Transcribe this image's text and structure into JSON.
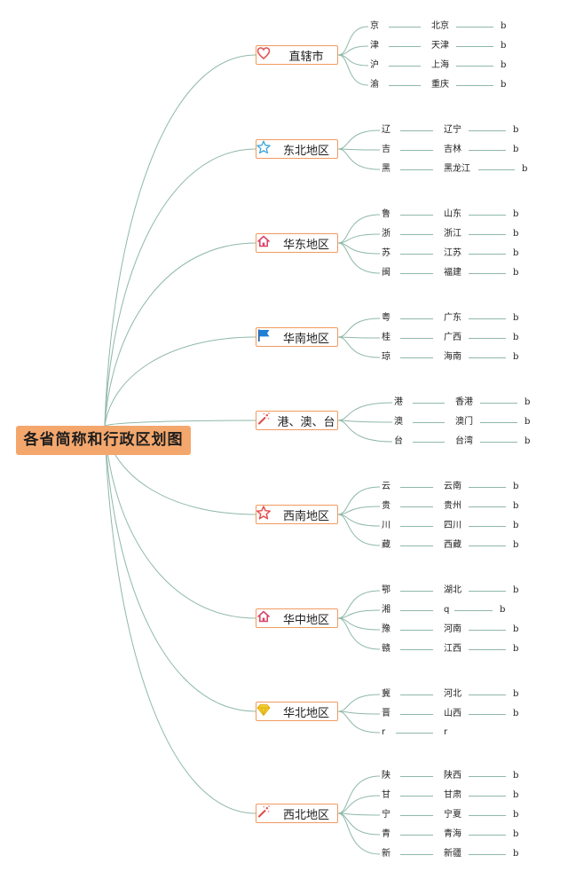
{
  "root": {
    "label": "各省简称和行政区划图"
  },
  "colors": {
    "root_fill": "#f4a76d",
    "region_border": "#f19a5f",
    "connector": "#8fb8a9"
  },
  "regions": [
    {
      "label": "直辖市",
      "icon": "heart-icon",
      "icon_color": "#e0534f",
      "items": [
        {
          "abbr": "京",
          "name": "北京",
          "suffix": "b"
        },
        {
          "abbr": "津",
          "name": "天津",
          "suffix": "b"
        },
        {
          "abbr": "沪",
          "name": "上海",
          "suffix": "b"
        },
        {
          "abbr": "渝",
          "name": "重庆",
          "suffix": "b"
        }
      ]
    },
    {
      "label": "东北地区",
      "icon": "star-outline-icon",
      "icon_color": "#3aa6d8",
      "items": [
        {
          "abbr": "辽",
          "name": "辽宁",
          "suffix": "b"
        },
        {
          "abbr": "吉",
          "name": "吉林",
          "suffix": "b"
        },
        {
          "abbr": "黑",
          "name": "黑龙江",
          "suffix": "b"
        }
      ]
    },
    {
      "label": "华东地区",
      "icon": "home-icon",
      "icon_color": "#d9486a",
      "items": [
        {
          "abbr": "鲁",
          "name": "山东",
          "suffix": "b"
        },
        {
          "abbr": "浙",
          "name": "浙江",
          "suffix": "b"
        },
        {
          "abbr": "苏",
          "name": "江苏",
          "suffix": "b"
        },
        {
          "abbr": "闽",
          "name": "福建",
          "suffix": "b"
        }
      ]
    },
    {
      "label": "华南地区",
      "icon": "flag-icon",
      "icon_color": "#1f7fd6",
      "items": [
        {
          "abbr": "粤",
          "name": "广东",
          "suffix": "b"
        },
        {
          "abbr": "桂",
          "name": "广西",
          "suffix": "b"
        },
        {
          "abbr": "琼",
          "name": "海南",
          "suffix": "b"
        }
      ]
    },
    {
      "label": "港、澳、台",
      "icon": "magic-wand-icon",
      "icon_color": "#e04a4a",
      "items": [
        {
          "abbr": "港",
          "name": "香港",
          "suffix": "b"
        },
        {
          "abbr": "澳",
          "name": "澳门",
          "suffix": "b"
        },
        {
          "abbr": "台",
          "name": "台湾",
          "suffix": "b"
        }
      ]
    },
    {
      "label": "西南地区",
      "icon": "star-red-icon",
      "icon_color": "#e04a4a",
      "items": [
        {
          "abbr": "云",
          "name": "云南",
          "suffix": "b"
        },
        {
          "abbr": "贵",
          "name": "贵州",
          "suffix": "b"
        },
        {
          "abbr": "川",
          "name": "四川",
          "suffix": "b"
        },
        {
          "abbr": "藏",
          "name": "西藏",
          "suffix": "b"
        }
      ]
    },
    {
      "label": "华中地区",
      "icon": "home-icon",
      "icon_color": "#d9486a",
      "items": [
        {
          "abbr": "鄂",
          "name": "湖北",
          "suffix": "b"
        },
        {
          "abbr": "湘",
          "name": "q",
          "suffix": "b"
        },
        {
          "abbr": "豫",
          "name": "河南",
          "suffix": "b"
        },
        {
          "abbr": "赣",
          "name": "江西",
          "suffix": "b"
        }
      ]
    },
    {
      "label": "华北地区",
      "icon": "diamond-icon",
      "icon_color": "#f2cc2b",
      "items": [
        {
          "abbr": "冀",
          "name": "河北",
          "suffix": "b"
        },
        {
          "abbr": "晋",
          "name": "山西",
          "suffix": "b"
        },
        {
          "abbr": "r",
          "name": "r",
          "suffix": ""
        }
      ]
    },
    {
      "label": "西北地区",
      "icon": "magic-wand-icon",
      "icon_color": "#e04a4a",
      "items": [
        {
          "abbr": "陕",
          "name": "陕西",
          "suffix": "b"
        },
        {
          "abbr": "甘",
          "name": "甘肃",
          "suffix": "b"
        },
        {
          "abbr": "宁",
          "name": "宁夏",
          "suffix": "b"
        },
        {
          "abbr": "青",
          "name": "青海",
          "suffix": "b"
        },
        {
          "abbr": "新",
          "name": "新疆",
          "suffix": "b"
        }
      ]
    }
  ]
}
